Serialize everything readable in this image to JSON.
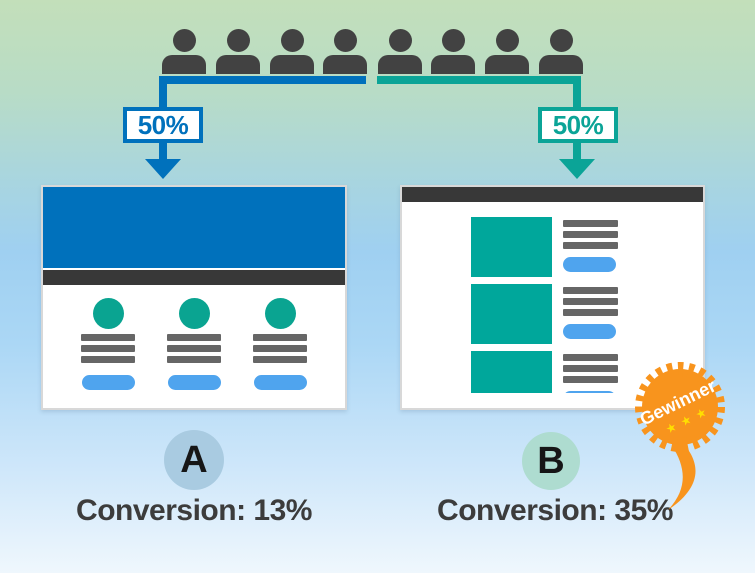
{
  "title": "A/B test infographic",
  "audience": {
    "count": 8,
    "icon": "person-icon",
    "color": "#424242"
  },
  "branch_a": {
    "split_label": "50%",
    "color": "#0071bc"
  },
  "branch_b": {
    "split_label": "50%",
    "color": "#0ba497"
  },
  "variant_a": {
    "letter": "A",
    "conversion_label": "Conversion: 13%",
    "circle_color": "#a9cbe1",
    "mockup": "hero-banner layout with 3 feature columns (avatar, text lines, button)"
  },
  "variant_b": {
    "letter": "B",
    "conversion_label": "Conversion: 35%",
    "circle_color": "#aedcd0",
    "mockup": "3 rows of image block with text lines and button"
  },
  "badge": {
    "label": "Gewinner",
    "stars": "★ ★ ★",
    "color": "#f8941d",
    "star_color": "#ffdf00"
  },
  "colors": {
    "blue": "#0071bc",
    "teal": "#0ba497",
    "teal_fill": "#00a79b",
    "dark_gray": "#3c3c3c",
    "text_line_gray": "#666666",
    "button_blue": "#4fa4ee"
  }
}
